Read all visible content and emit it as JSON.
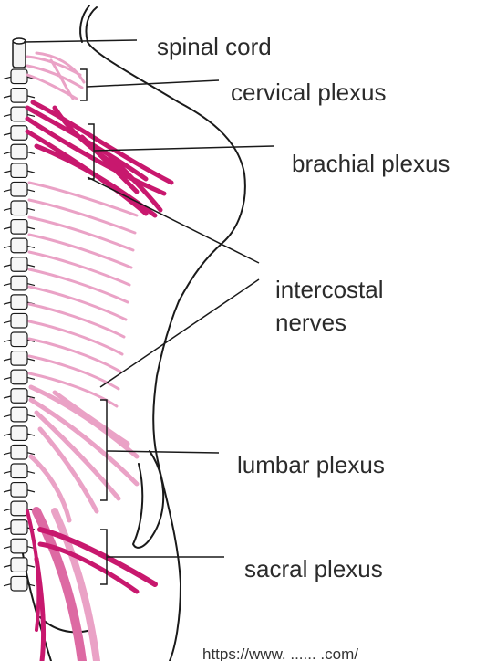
{
  "labels": {
    "spinal_cord": "spinal cord",
    "cervical_plexus": "cervical plexus",
    "brachial_plexus": "brachial plexus",
    "intercostal_line1": "intercostal",
    "intercostal_line2": "nerves",
    "lumbar_plexus": "lumbar plexus",
    "sacral_plexus": "sacral plexus"
  },
  "footer": {
    "url_fragment": "https://www. ...... .com/"
  },
  "colors": {
    "nerve_dark": "#c8186e",
    "nerve_mid": "#dd6aa3",
    "nerve_light": "#eaa2c6",
    "outline": "#1a1a1a",
    "label_text": "#2b2b2b"
  },
  "icons": [
    "spine-illustration",
    "nerve-illustration"
  ]
}
